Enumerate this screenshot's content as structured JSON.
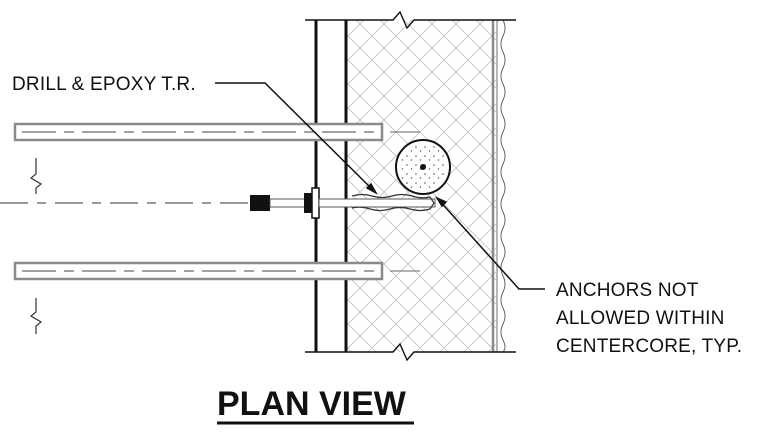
{
  "labels": {
    "drill_epoxy": "DRILL & EPOXY  T.R.",
    "anchors_line1": "ANCHORS NOT",
    "anchors_line2": "ALLOWED WITHIN",
    "anchors_line3": "CENTERCORE, TYP."
  },
  "title": "PLAN VIEW",
  "colors": {
    "ink": "#111111",
    "grey_stroke": "#8a8a8a",
    "hatch": "#bdbdbd",
    "background": "#ffffff"
  }
}
